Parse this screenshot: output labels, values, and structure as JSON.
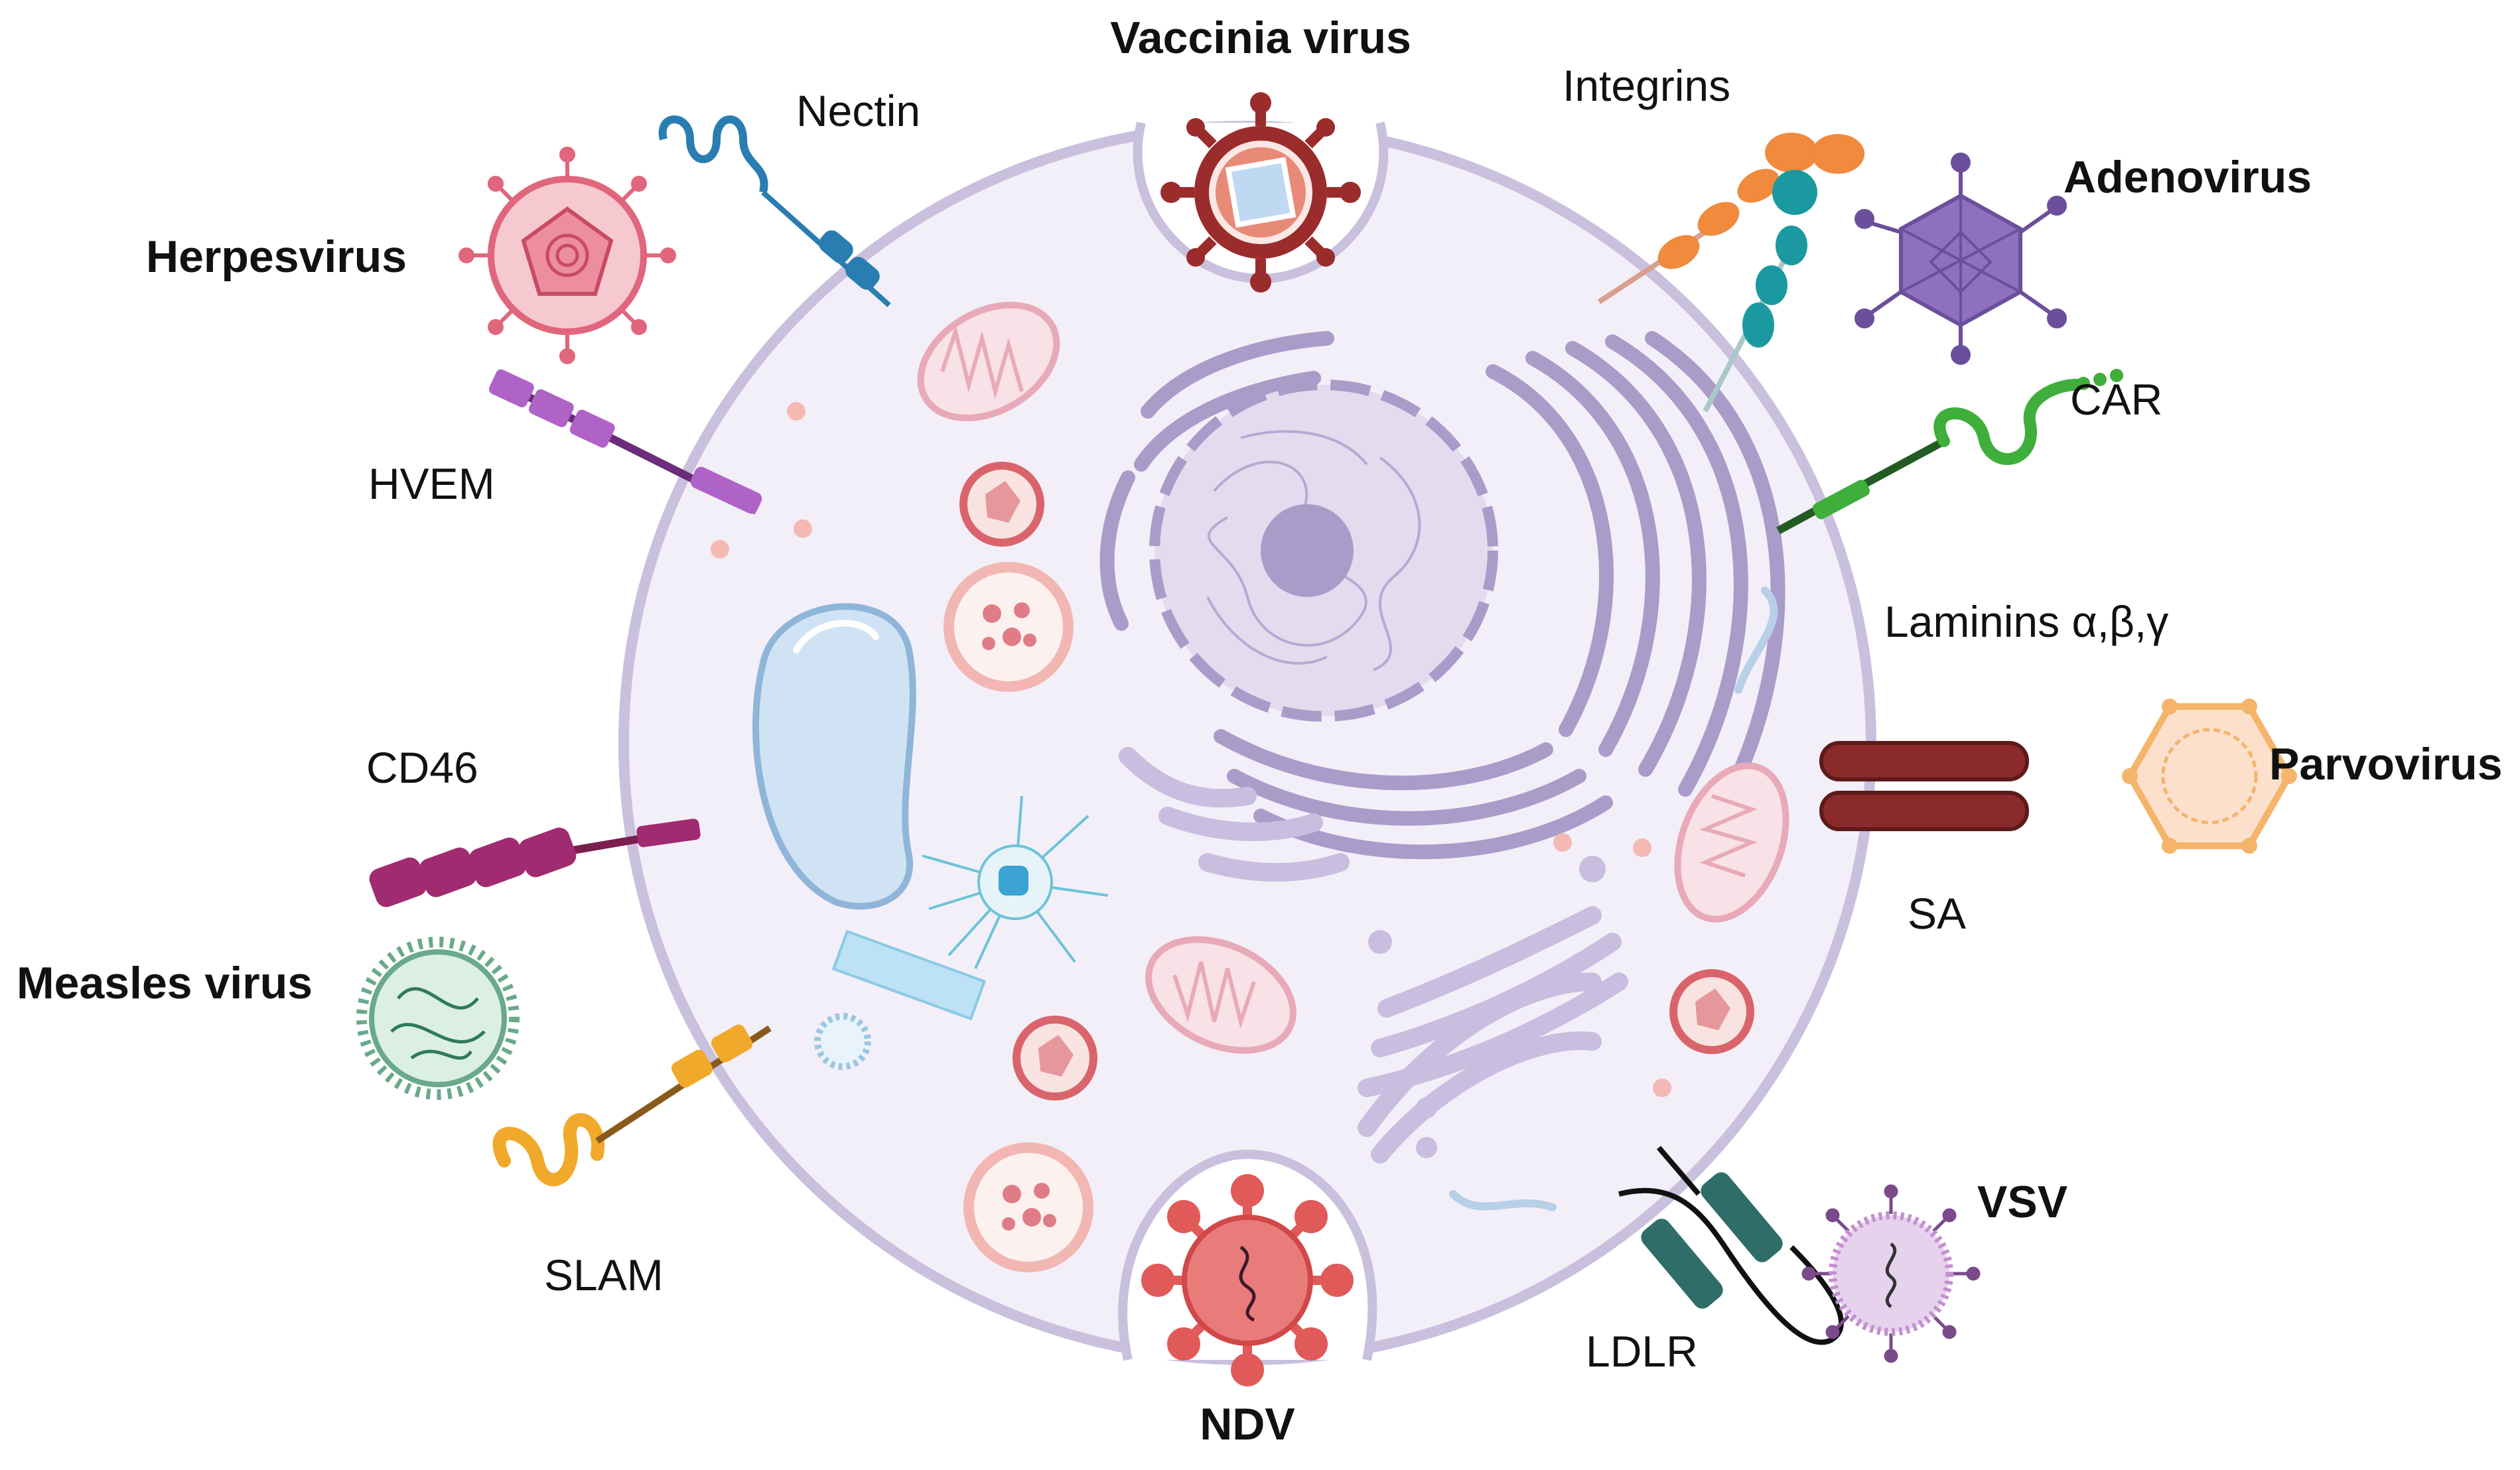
{
  "viruses": {
    "vaccinia": "Vaccinia virus",
    "herpes": "Herpesvirus",
    "adeno": "Adenovirus",
    "parvo": "Parvovirus",
    "measles": "Measles virus",
    "vsv": "VSV",
    "ndv": "NDV"
  },
  "receptors": {
    "nectin": "Nectin",
    "integrins": "Integrins",
    "hvem": "HVEM",
    "car": "CAR",
    "laminins": "Laminins α,β,γ",
    "cd46": "CD46",
    "sa": "SA",
    "slam": "SLAM",
    "ldlr": "LDLR"
  },
  "colors": {
    "cell_fill": "#f3eff8",
    "cell_membrane": "#c9c0de",
    "organelle_purple": "#a99cc9",
    "mitochondria": "#e8a9b8",
    "vaccinia": "#9b2c2c",
    "herpes": "#e0667c",
    "adeno": "#8e6fc0",
    "parvo": "#f4b46a",
    "measles": "#6aa98a",
    "vsv": "#c38fd0",
    "ndv": "#e05a5a",
    "hvem": "#b063c6",
    "cd46": "#a02b70",
    "slam": "#f0a92a",
    "car": "#3fae3a",
    "sa": "#8b2a2a",
    "ldlr": "#2f6d6a",
    "nectin": "#2a7db0",
    "integrin_a": "#f08a3c",
    "integrin_b": "#1a9aa0"
  }
}
